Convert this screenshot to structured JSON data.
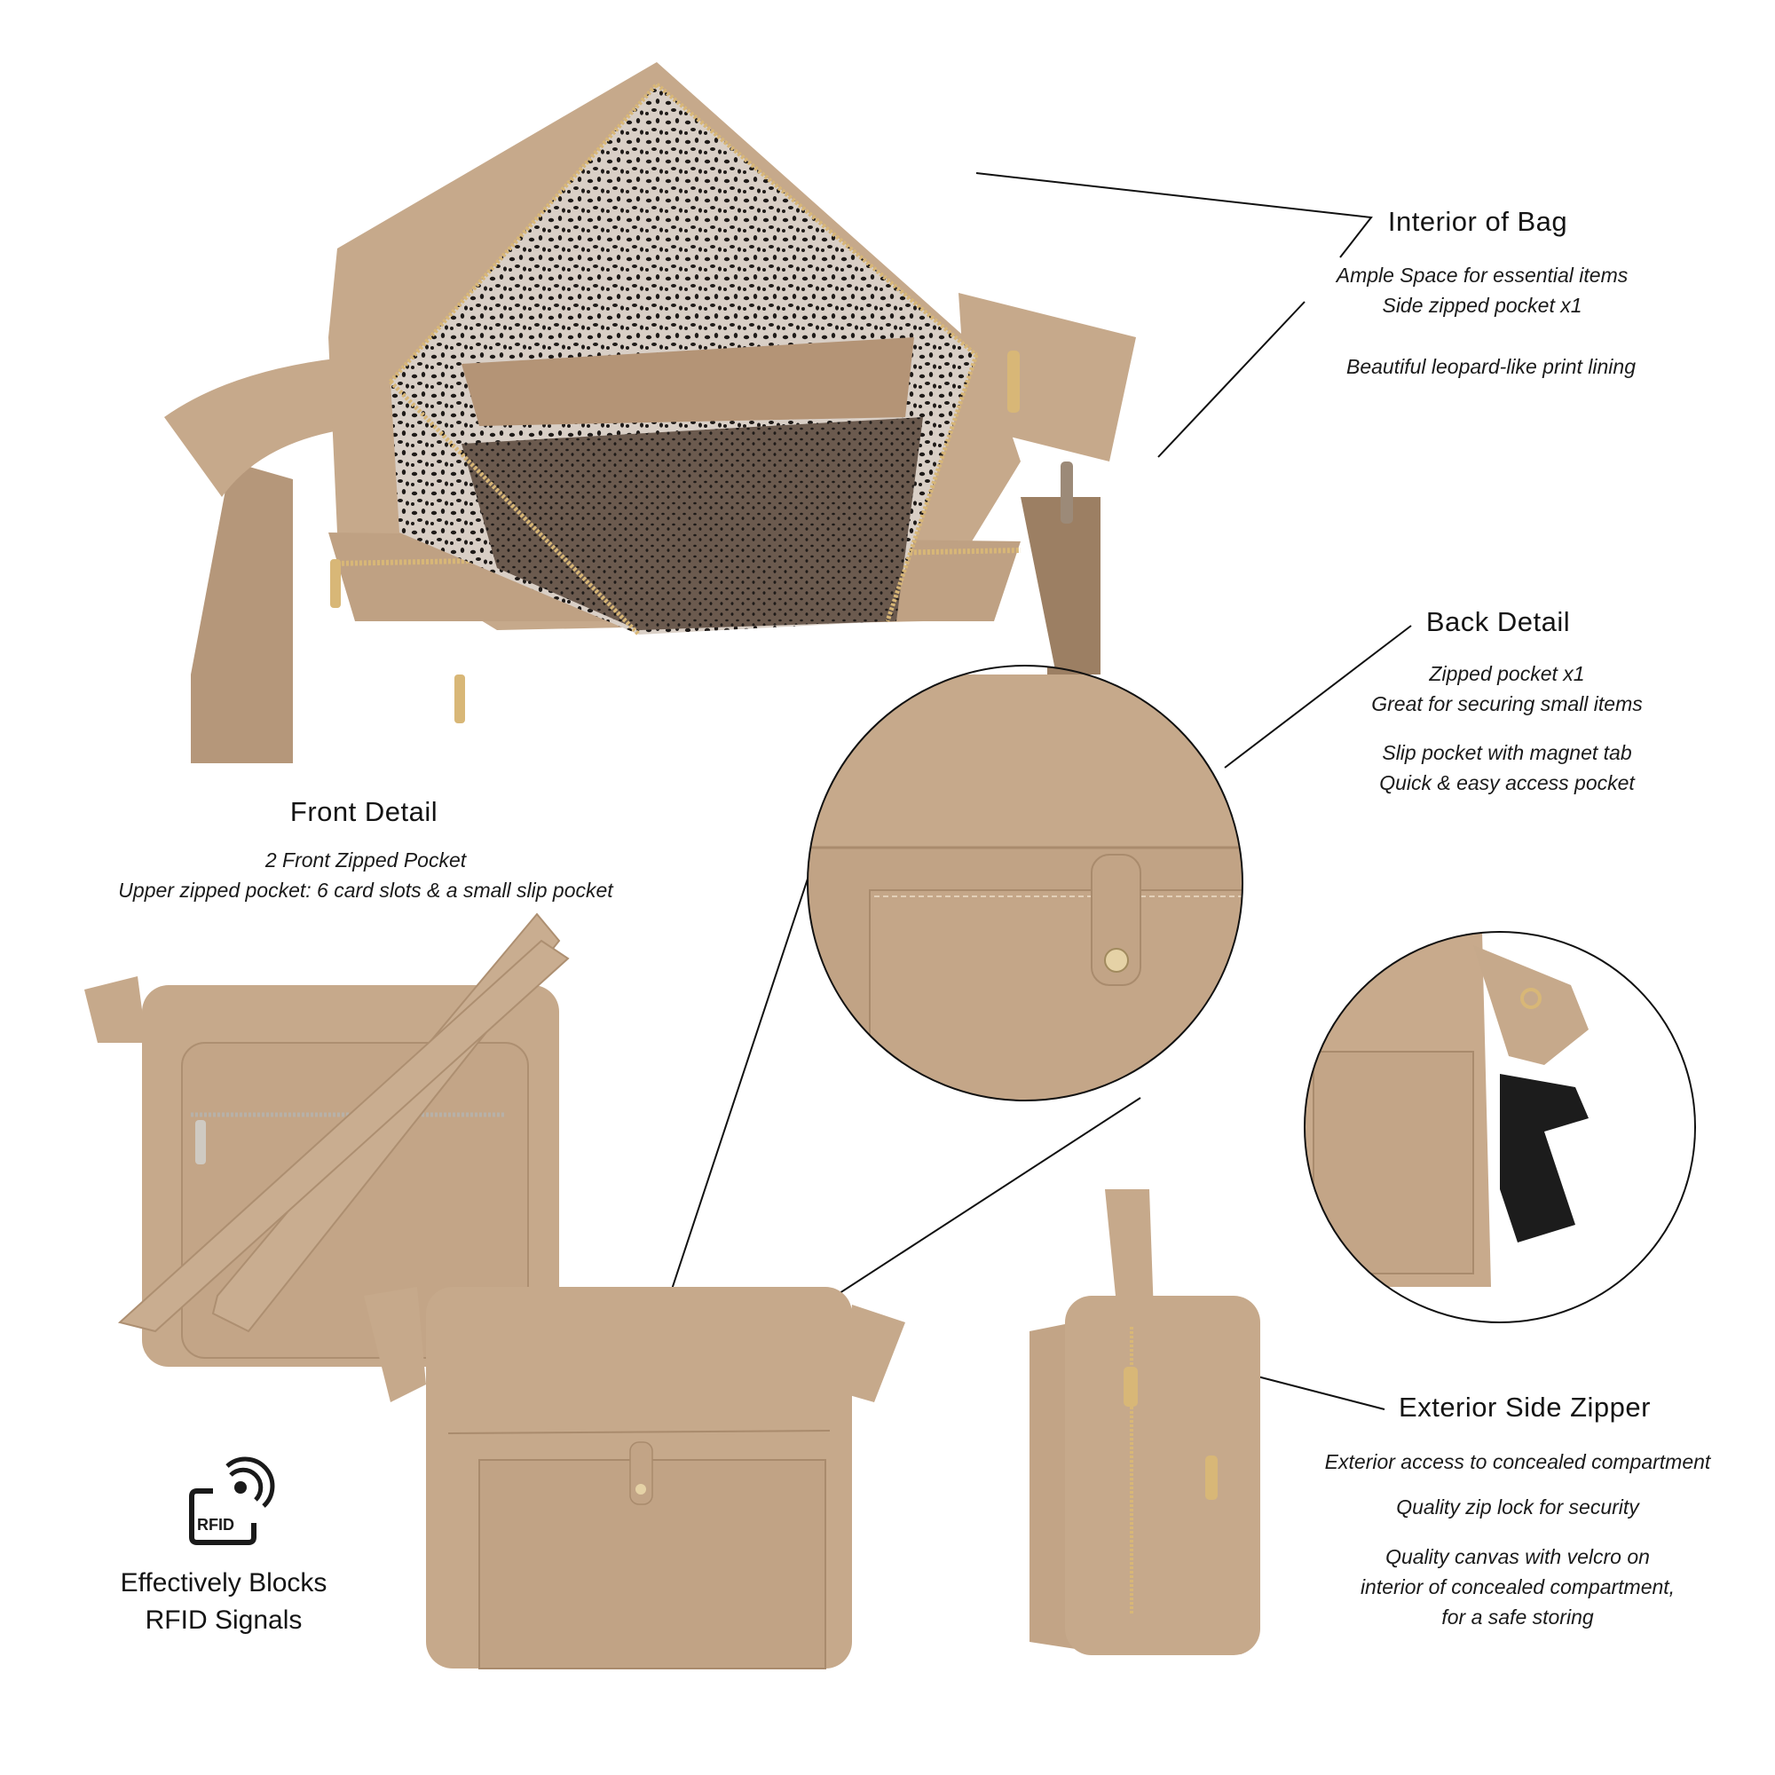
{
  "colors": {
    "leather": "#c6a98b",
    "leather_dark": "#a98b6d",
    "leather_light": "#d8bfa5",
    "lining_bg": "#d9cfc6",
    "lining_spots": "#1e1a18",
    "hardware_gold": "#d8b777",
    "line": "#111111"
  },
  "callouts": {
    "interior": {
      "title": "Interior of Bag",
      "lines": [
        "Ample Space for essential items",
        "Side zipped pocket x1",
        "Beautiful leopard-like print lining"
      ]
    },
    "back": {
      "title": "Back Detail",
      "lines": [
        "Zipped pocket x1",
        "Great for securing small items",
        "Slip pocket with magnet tab",
        "Quick & easy access pocket"
      ]
    },
    "front": {
      "title": "Front Detail",
      "lines": [
        "2 Front Zipped Pocket",
        "Upper zipped pocket: 6 card slots & a small slip pocket"
      ]
    },
    "side": {
      "title": "Exterior Side Zipper",
      "lines": [
        "Exterior access to concealed compartment",
        "Quality zip lock for security",
        "Quality canvas with velcro on",
        "interior of concealed compartment,",
        "for a safe storing"
      ]
    }
  },
  "rfid": {
    "icon_label": "RFID",
    "lines": [
      "Effectively Blocks",
      "RFID Signals"
    ]
  }
}
